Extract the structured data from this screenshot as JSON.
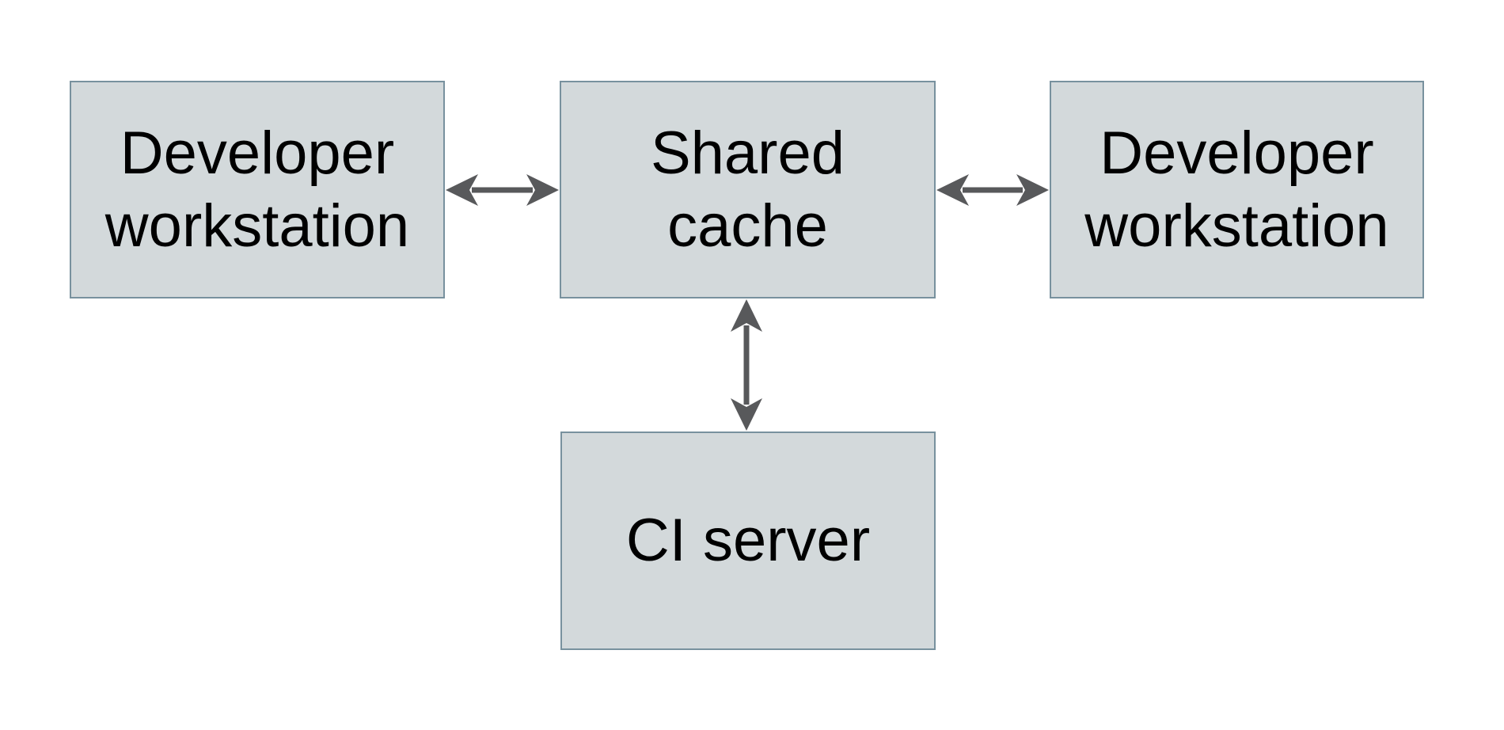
{
  "diagram": {
    "type": "architecture-diagram",
    "colors": {
      "background": "#ffffff",
      "node_fill": "#d3d9db",
      "node_border": "#78919e",
      "arrow": "#58595b",
      "text": "#000000"
    },
    "nodes": [
      {
        "id": "developer-workstation-left",
        "label": "Developer\nworkstation"
      },
      {
        "id": "shared-cache",
        "label": "Shared\ncache"
      },
      {
        "id": "developer-workstation-right",
        "label": "Developer\nworkstation"
      },
      {
        "id": "ci-server",
        "label": "CI server"
      }
    ],
    "edges": [
      {
        "from": "developer-workstation-left",
        "to": "shared-cache",
        "direction": "bidirectional",
        "orientation": "horizontal"
      },
      {
        "from": "shared-cache",
        "to": "developer-workstation-right",
        "direction": "bidirectional",
        "orientation": "horizontal"
      },
      {
        "from": "shared-cache",
        "to": "ci-server",
        "direction": "bidirectional",
        "orientation": "vertical"
      }
    ]
  }
}
